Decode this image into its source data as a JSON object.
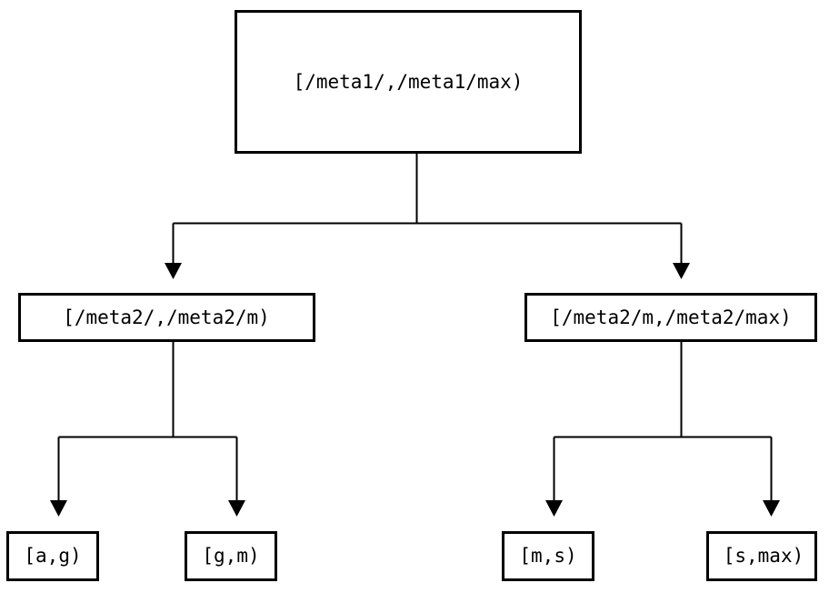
{
  "diagram": {
    "type": "tree",
    "title": "",
    "orientation": "top-down",
    "background_color": "#ffffff",
    "line_color": "#000000",
    "box_fill": "#ffffff",
    "levels": 3,
    "nodes": {
      "root": {
        "id": "root",
        "label": "[/meta1/,/meta1/max)",
        "level": 0
      },
      "mid_left": {
        "id": "mid_left",
        "label": "[/meta2/,/meta2/m)",
        "level": 1
      },
      "mid_right": {
        "id": "mid_right",
        "label": "[/meta2/m,/meta2/max)",
        "level": 1
      },
      "leaf_1": {
        "id": "leaf_1",
        "label": "[a,g)",
        "level": 2
      },
      "leaf_2": {
        "id": "leaf_2",
        "label": "[g,m)",
        "level": 2
      },
      "leaf_3": {
        "id": "leaf_3",
        "label": "[m,s)",
        "level": 2
      },
      "leaf_4": {
        "id": "leaf_4",
        "label": "[s,max)",
        "level": 2
      }
    },
    "edges": [
      {
        "from": "root",
        "to": "mid_left",
        "arrow": "down"
      },
      {
        "from": "root",
        "to": "mid_right",
        "arrow": "down"
      },
      {
        "from": "mid_left",
        "to": "leaf_1",
        "arrow": "down"
      },
      {
        "from": "mid_left",
        "to": "leaf_2",
        "arrow": "down"
      },
      {
        "from": "mid_right",
        "to": "leaf_3",
        "arrow": "down"
      },
      {
        "from": "mid_right",
        "to": "leaf_4",
        "arrow": "down"
      }
    ]
  }
}
